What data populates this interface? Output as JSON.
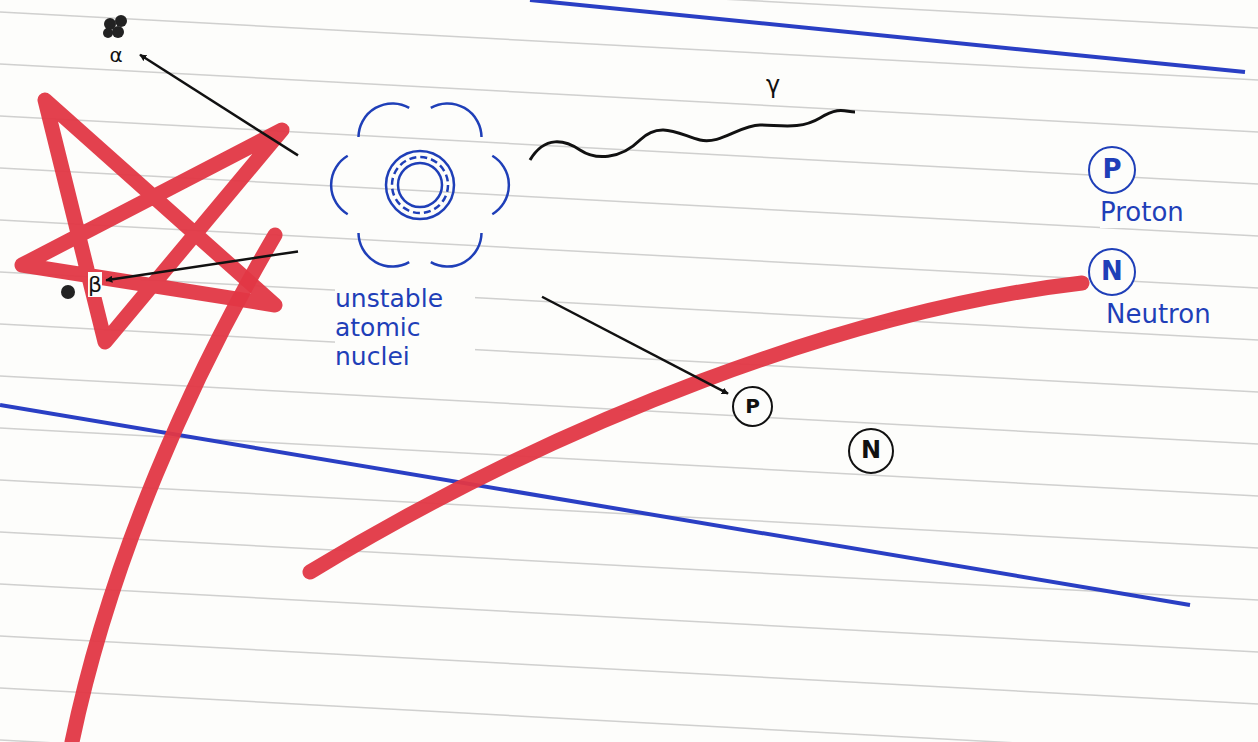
{
  "diagram": {
    "nodes": [
      {
        "text": [
          "α"
        ]
      },
      {
        "text": [
          "unstable atomic nuclei"
        ]
      },
      {
        "text": [
          "P",
          "Proton"
        ]
      },
      {
        "text": [
          "N",
          "Neutron"
        ]
      },
      {
        "text": [
          "β"
        ]
      },
      {
        "text": [
          "P"
        ]
      },
      {
        "text": [
          "N"
        ]
      }
    ],
    "edges": [
      {
        "from": 1,
        "to": 0,
        "arrow": "to"
      },
      {
        "from": 1,
        "to": 4,
        "arrow": "to"
      },
      {
        "from": 1,
        "to": 5,
        "arrow": "to"
      }
    ],
    "labels": [
      "γ"
    ]
  }
}
